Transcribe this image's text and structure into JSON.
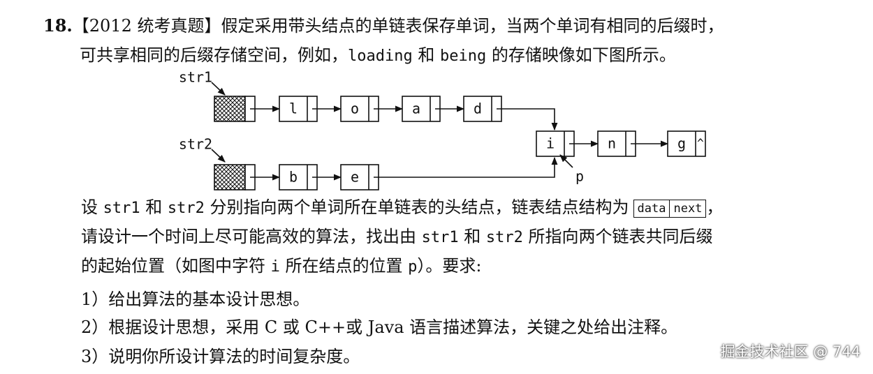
{
  "question": {
    "number": "18.",
    "line1_tag": "【2012 统考真题】",
    "line1_text": "假定采用带头结点的单链表保存单词，当两个单词有相同的后缀时，",
    "line2_a": "可共享相同的后缀存储空间，例如，",
    "line2_word1": "loading",
    "line2_b": " 和 ",
    "line2_word2": "being",
    "line2_c": " 的存储映像如下图所示。"
  },
  "diagram": {
    "label_str1": "str1",
    "label_str2": "str2",
    "label_p": "p",
    "str1_nodes": [
      "l",
      "o",
      "a",
      "d"
    ],
    "str2_nodes": [
      "b",
      "e"
    ],
    "shared_nodes": [
      "i",
      "n",
      "g"
    ],
    "null_mark": "^"
  },
  "body": {
    "l3_a": "设 ",
    "l3_s1": "str1",
    "l3_b": " 和 ",
    "l3_s2": "str2",
    "l3_c": " 分别指向两个单词所在单链表的头结点，链表结点结构为",
    "struct_data": "data",
    "struct_next": "next",
    "l3_end": "，",
    "l4_a": "请设计一个时间上尽可能高效的算法，找出由 ",
    "l4_s1": "str1",
    "l4_b": " 和 ",
    "l4_s2": "str2",
    "l4_c": " 所指向两个链表共同后缀",
    "l5_a": "的起始位置（如图中字符 ",
    "l5_i": "i",
    "l5_b": " 所在结点的位置 ",
    "l5_p": "p",
    "l5_c": "）。要求:",
    "req1": "1）给出算法的基本设计思想。",
    "req2": "2）根据设计思想，采用 C 或 C++或 Java 语言描述算法，关键之处给出注释。",
    "req3": "3）说明你所设计算法的时间复杂度。"
  },
  "watermark": "掘金技术社区 @ 744"
}
